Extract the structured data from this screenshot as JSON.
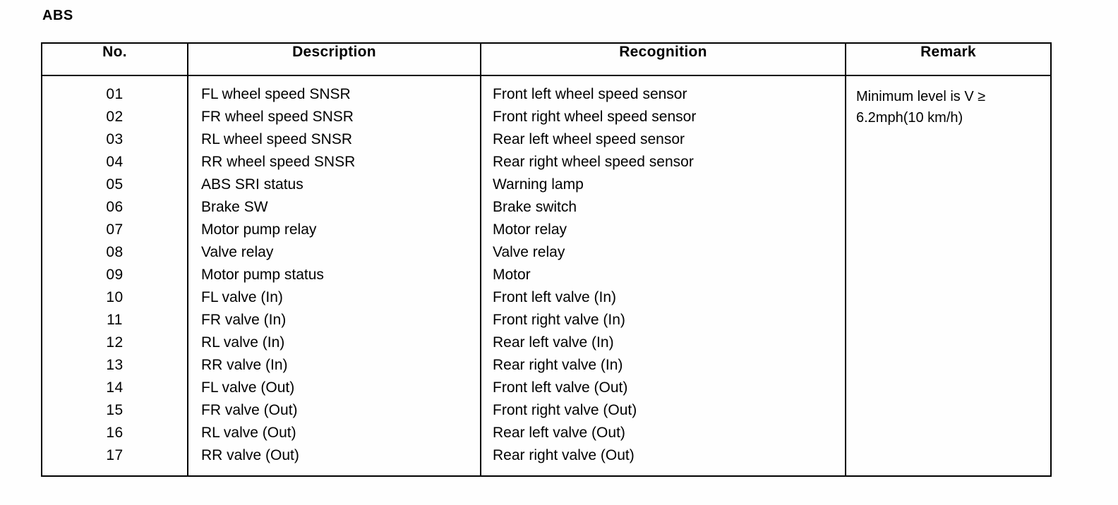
{
  "section": {
    "title": "ABS"
  },
  "table": {
    "headers": {
      "no": "No.",
      "description": "Description",
      "recognition": "Recognition",
      "remark": "Remark"
    },
    "rows": [
      {
        "no": "01",
        "description": "FL wheel speed SNSR",
        "recognition": "Front left wheel speed sensor"
      },
      {
        "no": "02",
        "description": "FR wheel speed SNSR",
        "recognition": "Front right wheel speed sensor"
      },
      {
        "no": "03",
        "description": "RL wheel speed SNSR",
        "recognition": "Rear left wheel speed sensor"
      },
      {
        "no": "04",
        "description": "RR wheel speed SNSR",
        "recognition": "Rear right wheel speed sensor"
      },
      {
        "no": "05",
        "description": "ABS SRI status",
        "recognition": "Warning lamp"
      },
      {
        "no": "06",
        "description": "Brake SW",
        "recognition": "Brake switch"
      },
      {
        "no": "07",
        "description": "Motor pump relay",
        "recognition": "Motor relay"
      },
      {
        "no": "08",
        "description": "Valve relay",
        "recognition": "Valve relay"
      },
      {
        "no": "09",
        "description": "Motor pump status",
        "recognition": "Motor"
      },
      {
        "no": "10",
        "description": "FL valve (In)",
        "recognition": "Front left valve (In)"
      },
      {
        "no": "11",
        "description": "FR valve (In)",
        "recognition": "Front right valve (In)"
      },
      {
        "no": "12",
        "description": "RL valve (In)",
        "recognition": "Rear left valve (In)"
      },
      {
        "no": "13",
        "description": "RR valve (In)",
        "recognition": "Rear right valve (In)"
      },
      {
        "no": "14",
        "description": "FL valve (Out)",
        "recognition": "Front left valve (Out)"
      },
      {
        "no": "15",
        "description": "FR valve (Out)",
        "recognition": "Front right valve (Out)"
      },
      {
        "no": "16",
        "description": "RL valve (Out)",
        "recognition": "Rear left valve (Out)"
      },
      {
        "no": "17",
        "description": "RR valve (Out)",
        "recognition": "Rear right valve (Out)"
      }
    ],
    "remark": {
      "line1": "Minimum level is V ≥",
      "line2": "6.2mph(10 km/h)"
    }
  }
}
